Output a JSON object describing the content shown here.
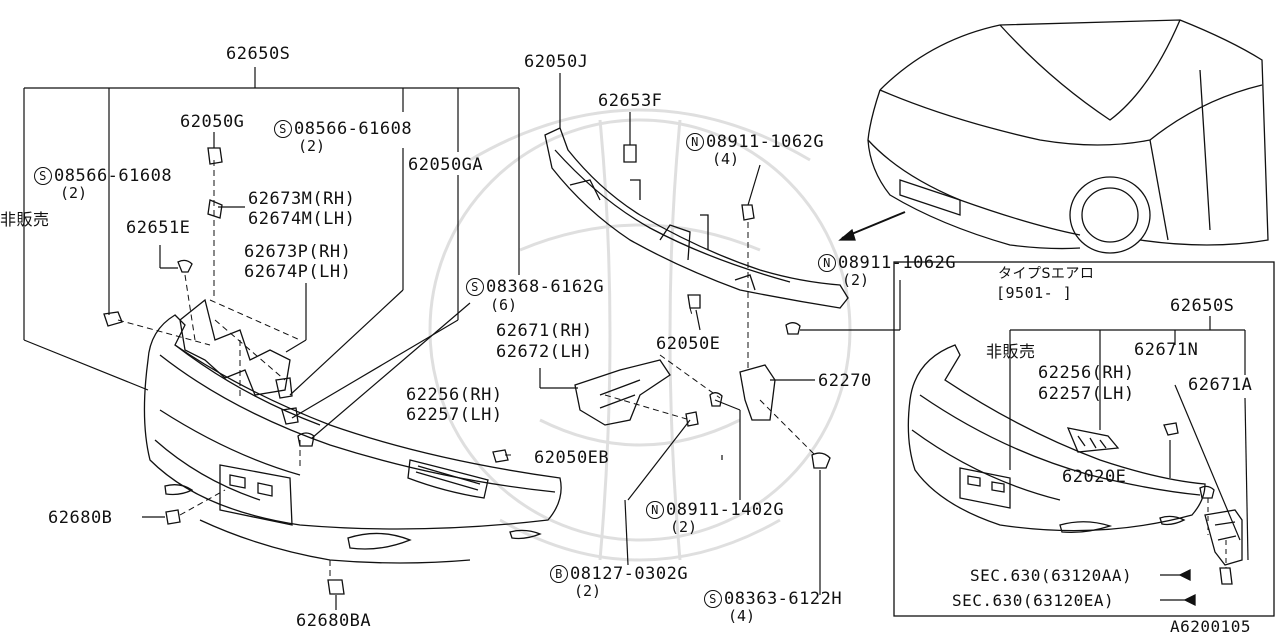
{
  "labels": {
    "p62650s": "62650S",
    "p62050g": "62050G",
    "s08566_right": "08566-61608",
    "s08566_right_qty": "(2)",
    "s08566_left": "08566-61608",
    "s08566_left_qty": "(2)",
    "not_for_sale": "非販売",
    "p62050ga": "62050GA",
    "p62673m": "62673M(RH)",
    "p62674m": "62674M(LH)",
    "p62651e": "62651E",
    "p62673p": "62673P(RH)",
    "p62674p": "62674P(LH)",
    "s08368": "08368-6162G",
    "s08368_qty": "(6)",
    "p62050j": "62050J",
    "p62653f": "62653F",
    "n08911_top": "08911-1062G",
    "n08911_top_qty": "(4)",
    "n08911_mid": "08911-1062G",
    "n08911_mid_qty": "(2)",
    "p62671": "62671(RH)",
    "p62672": "62672(LH)",
    "p62050e": "62050E",
    "p62270": "62270",
    "p62256": "62256(RH)",
    "p62257": "62257(LH)",
    "p62050eb": "62050EB",
    "p62680b": "62680B",
    "n08911_1402": "08911-1402G",
    "n08911_1402_qty": "(2)",
    "b08127": "08127-0302G",
    "b08127_qty": "(2)",
    "s08363": "08363-6122H",
    "s08363_qty": "(4)",
    "p62680ba": "62680BA",
    "diagram_id": "A6200105"
  },
  "prefixes": {
    "s": "S",
    "n": "N",
    "b": "B"
  },
  "inset": {
    "type_title": "タイプSエアロ",
    "date_range": "[9501-     ]",
    "p62650s": "62650S",
    "not_for_sale": "非販売",
    "p62671n": "62671N",
    "p62256": "62256(RH)",
    "p62671a": "62671A",
    "p62257": "62257(LH)",
    "p62020e": "62020E",
    "sec_aa": "SEC.630(63120AA)",
    "sec_ea": "SEC.630(63120EA)"
  }
}
